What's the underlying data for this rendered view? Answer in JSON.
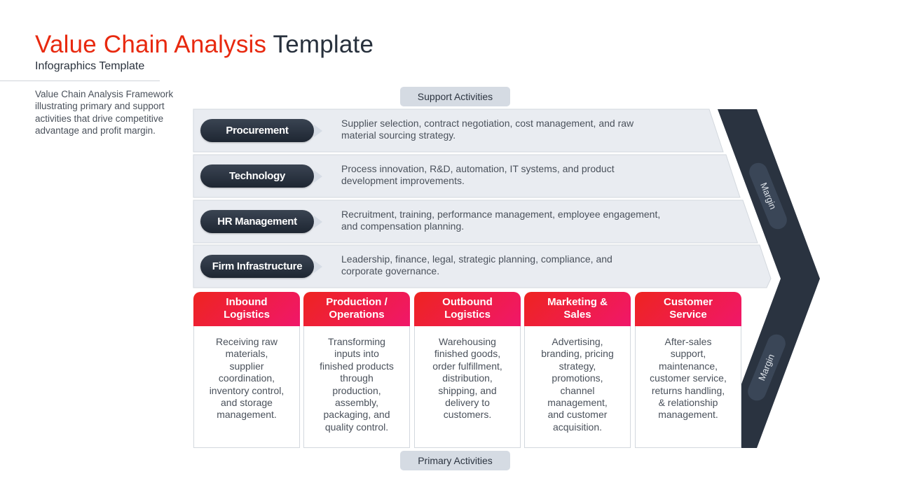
{
  "header": {
    "title_accent": "Value Chain Analysis",
    "title_rest": "Template",
    "subtitle": "Infographics Template",
    "description": "Value Chain Analysis Framework illustrating primary and support activities that drive competitive advantage and profit margin."
  },
  "labels": {
    "support": "Support Activities",
    "primary": "Primary Activities",
    "margin_top": "Margin",
    "margin_bottom": "Margin"
  },
  "support_activities": [
    {
      "name": "Procurement",
      "line1": "Supplier selection, contract negotiation, cost management, and raw",
      "line2": "material sourcing strategy."
    },
    {
      "name": "Technology",
      "line1": "Process innovation, R&D, automation, IT systems, and product",
      "line2": "development improvements."
    },
    {
      "name": "HR Management",
      "line1": "Recruitment, training, performance management, employee engagement,",
      "line2": "and compensation planning."
    },
    {
      "name": "Firm Infrastructure",
      "line1": "Leadership, finance, legal, strategic planning, compliance, and",
      "line2": "corporate governance."
    }
  ],
  "primary_activities": [
    {
      "title1": "Inbound",
      "title2": "Logistics",
      "lines": [
        "Receiving raw",
        "materials,",
        "supplier",
        "coordination,",
        "inventory control,",
        "and storage",
        "management."
      ]
    },
    {
      "title1": "Production /",
      "title2": "Operations",
      "lines": [
        "Transforming",
        "inputs into",
        "finished products",
        "through",
        "production,",
        "assembly,",
        "packaging, and",
        "quality control."
      ]
    },
    {
      "title1": "Outbound",
      "title2": "Logistics",
      "lines": [
        "Warehousing",
        "finished goods,",
        "order fulfillment,",
        "distribution,",
        "shipping, and",
        "delivery to",
        "customers."
      ]
    },
    {
      "title1": "Marketing &",
      "title2": "Sales",
      "lines": [
        "Advertising,",
        "branding, pricing",
        "strategy,",
        "promotions,",
        "channel",
        "management,",
        "and customer",
        "acquisition."
      ]
    },
    {
      "title1": "Customer",
      "title2": "Service",
      "lines": [
        "After-sales",
        "support,",
        "maintenance,",
        "customer service,",
        "returns handling,",
        "& relationship",
        "management."
      ]
    }
  ],
  "colors": {
    "accent_red": "#e8290f",
    "dark_navy": "#27303c",
    "header_gradient_start": "#ee2420",
    "header_gradient_end": "#f0176a",
    "support_band": "#e9ecf1",
    "label_pill": "#d5dbe3"
  }
}
